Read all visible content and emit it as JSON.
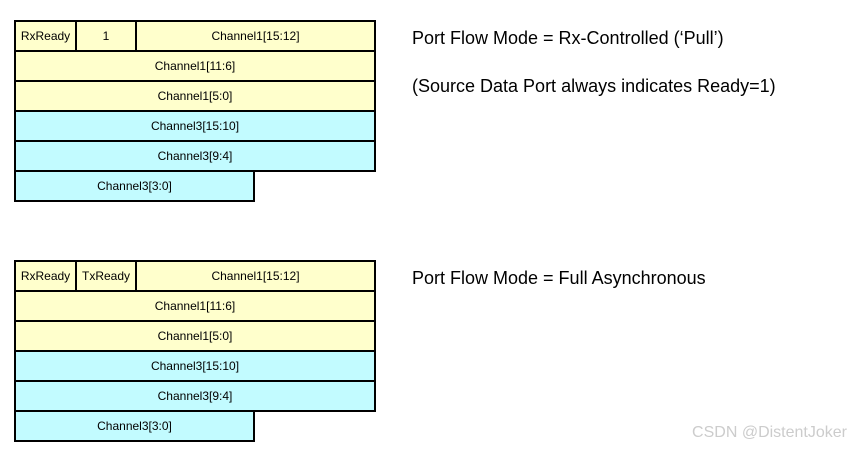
{
  "colors": {
    "channel1_fill": "#FFFFCC",
    "channel3_fill": "#C2FBFF",
    "border": "#000000",
    "text": "#000000",
    "watermark": "#CCCCCC"
  },
  "diagrams": [
    {
      "id": "rx-controlled",
      "rows": [
        {
          "cells": [
            "RxReady",
            "1",
            "Channel1[15:12]"
          ]
        },
        {
          "cells": [
            "Channel1[11:6]"
          ]
        },
        {
          "cells": [
            "Channel1[5:0]"
          ]
        },
        {
          "cells": [
            "Channel3[15:10]"
          ]
        },
        {
          "cells": [
            "Channel3[9:4]"
          ]
        },
        {
          "cells": [
            "Channel3[3:0]"
          ]
        }
      ],
      "captions": [
        "Port Flow Mode = Rx-Controlled (‘Pull’)",
        "(Source Data Port always indicates Ready=1)"
      ]
    },
    {
      "id": "full-asynchronous",
      "rows": [
        {
          "cells": [
            "RxReady",
            "TxReady",
            "Channel1[15:12]"
          ]
        },
        {
          "cells": [
            "Channel1[11:6]"
          ]
        },
        {
          "cells": [
            "Channel1[5:0]"
          ]
        },
        {
          "cells": [
            "Channel3[15:10]"
          ]
        },
        {
          "cells": [
            "Channel3[9:4]"
          ]
        },
        {
          "cells": [
            "Channel3[3:0]"
          ]
        }
      ],
      "captions": [
        "Port Flow Mode = Full Asynchronous"
      ]
    }
  ],
  "watermark": {
    "text": "CSDN @DistentJoker"
  }
}
